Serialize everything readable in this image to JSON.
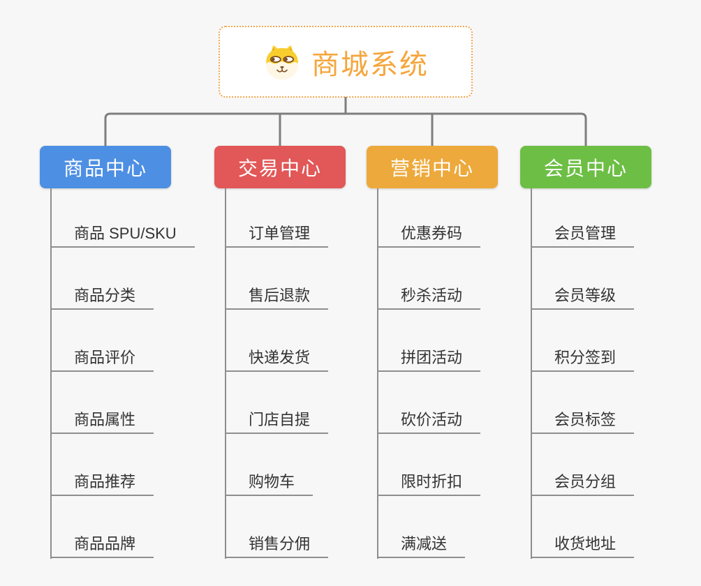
{
  "canvas": {
    "background": "#F7F7F7"
  },
  "root": {
    "title": "商城系统",
    "icon": "doge-face-icon",
    "border_color": "#F3A64B",
    "title_color": "#F5A63C"
  },
  "connector": {
    "tree_color": "#7E7E7E",
    "leaf_line_color": "#8E8E8E"
  },
  "branches": [
    {
      "label": "商品中心",
      "color": "#4D8FE3",
      "items": [
        "商品 SPU/SKU",
        "商品分类",
        "商品评价",
        "商品属性",
        "商品推荐",
        "商品品牌"
      ]
    },
    {
      "label": "交易中心",
      "color": "#E25757",
      "items": [
        "订单管理",
        "售后退款",
        "快递发货",
        "门店自提",
        "购物车",
        "销售分佣"
      ]
    },
    {
      "label": "营销中心",
      "color": "#EDA93B",
      "items": [
        "优惠券码",
        "秒杀活动",
        "拼团活动",
        "砍价活动",
        "限时折扣",
        "满减送"
      ]
    },
    {
      "label": "会员中心",
      "color": "#6CBE44",
      "items": [
        "会员管理",
        "会员等级",
        "积分签到",
        "会员标签",
        "会员分组",
        "收货地址"
      ]
    }
  ]
}
